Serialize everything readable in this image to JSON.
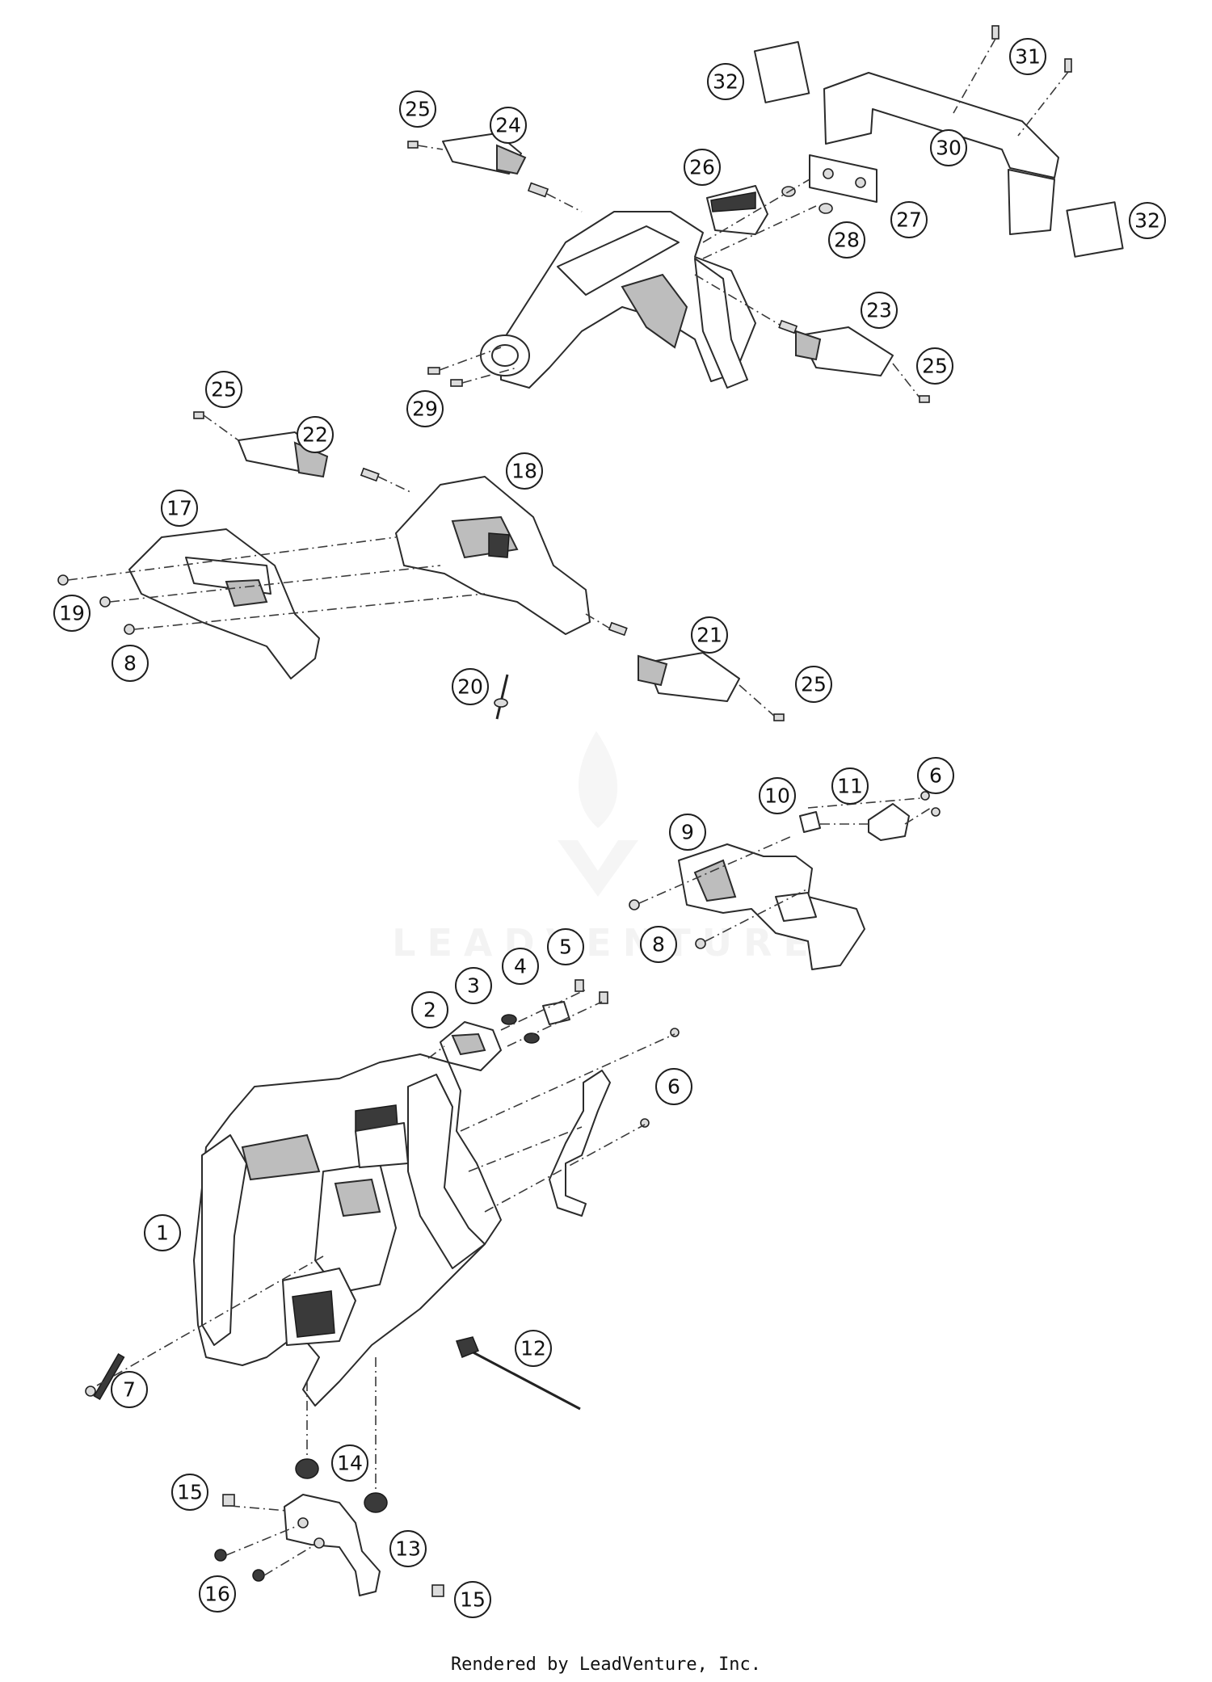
{
  "watermark": {
    "text": "LEADVENTURE"
  },
  "footer": {
    "text": "Rendered by LeadVenture, Inc."
  },
  "callouts": [
    "1",
    "2",
    "3",
    "4",
    "5",
    "6",
    "6",
    "7",
    "8",
    "8",
    "9",
    "10",
    "11",
    "12",
    "13",
    "14",
    "15",
    "15",
    "16",
    "17",
    "18",
    "19",
    "20",
    "21",
    "22",
    "23",
    "24",
    "25",
    "25",
    "25",
    "25",
    "26",
    "27",
    "28",
    "29",
    "30",
    "31",
    "32",
    "32"
  ]
}
